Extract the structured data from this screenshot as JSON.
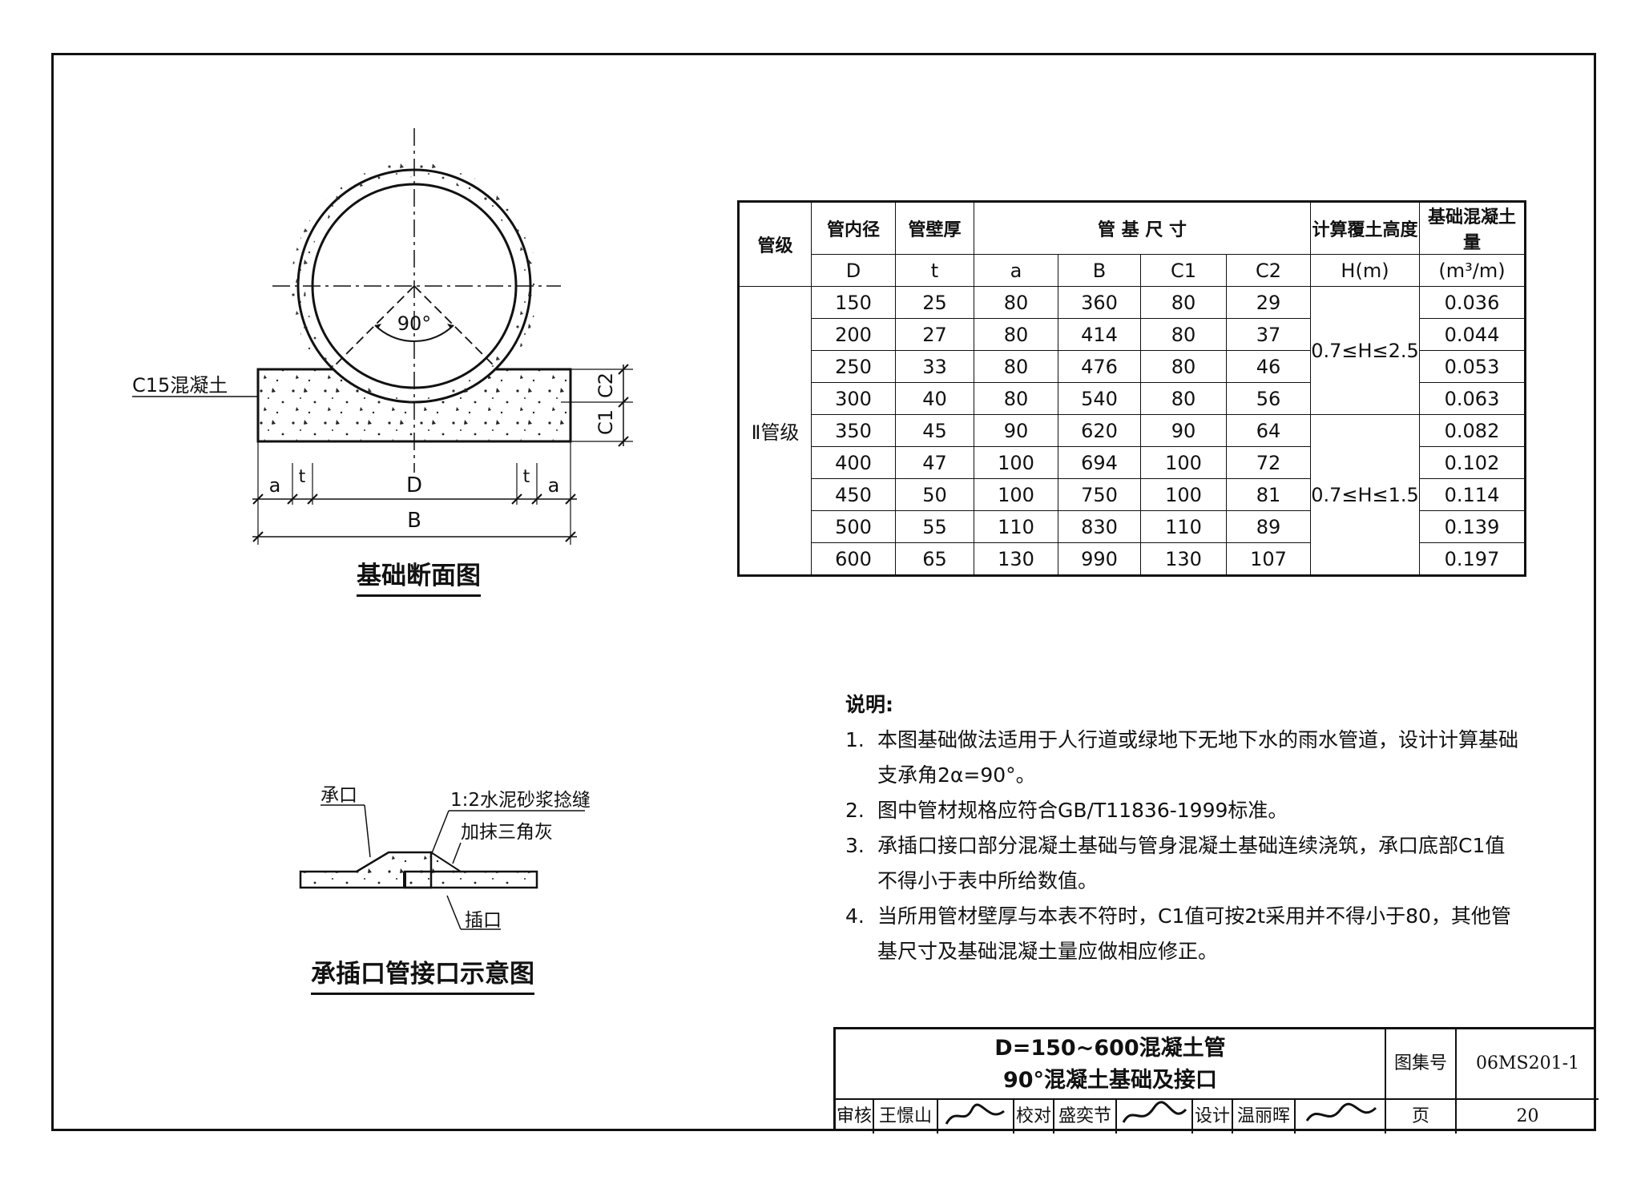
{
  "section_diagram": {
    "caption": "基础断面图",
    "material_label": "C15混凝土",
    "angle_label": "90°",
    "dim_C1": "C1",
    "dim_C2": "C2",
    "dim_a": "a",
    "dim_t": "t",
    "dim_D": "D",
    "dim_B": "B"
  },
  "joint_diagram": {
    "caption": "承插口管接口示意图",
    "label_socket": "承口",
    "label_mortar": "1:2水泥砂浆捻缝",
    "label_triangle": "加抹三角灰",
    "label_spigot": "插口"
  },
  "table": {
    "headers": {
      "grade": "管级",
      "inner_dia": "管内径",
      "inner_dia_sym": "D",
      "wall": "管壁厚",
      "wall_sym": "t",
      "base_dims": "管 基 尺 寸",
      "a": "a",
      "B": "B",
      "C1": "C1",
      "C2": "C2",
      "height": "计算覆土高度",
      "height_unit": "H(m)",
      "volume": "基础混凝土量",
      "volume_unit": "(m³/m)"
    },
    "grade_value": "Ⅱ管级",
    "height_ranges": [
      "0.7≤H≤2.5",
      "0.7≤H≤1.5"
    ],
    "rows": [
      {
        "D": "150",
        "t": "25",
        "a": "80",
        "B": "360",
        "C1": "80",
        "C2": "29",
        "vol": "0.036"
      },
      {
        "D": "200",
        "t": "27",
        "a": "80",
        "B": "414",
        "C1": "80",
        "C2": "37",
        "vol": "0.044"
      },
      {
        "D": "250",
        "t": "33",
        "a": "80",
        "B": "476",
        "C1": "80",
        "C2": "46",
        "vol": "0.053"
      },
      {
        "D": "300",
        "t": "40",
        "a": "80",
        "B": "540",
        "C1": "80",
        "C2": "56",
        "vol": "0.063"
      },
      {
        "D": "350",
        "t": "45",
        "a": "90",
        "B": "620",
        "C1": "90",
        "C2": "64",
        "vol": "0.082"
      },
      {
        "D": "400",
        "t": "47",
        "a": "100",
        "B": "694",
        "C1": "100",
        "C2": "72",
        "vol": "0.102"
      },
      {
        "D": "450",
        "t": "50",
        "a": "100",
        "B": "750",
        "C1": "100",
        "C2": "81",
        "vol": "0.114"
      },
      {
        "D": "500",
        "t": "55",
        "a": "110",
        "B": "830",
        "C1": "110",
        "C2": "89",
        "vol": "0.139"
      },
      {
        "D": "600",
        "t": "65",
        "a": "130",
        "B": "990",
        "C1": "130",
        "C2": "107",
        "vol": "0.197"
      }
    ]
  },
  "notes": {
    "title": "说明:",
    "items": [
      {
        "num": "1.",
        "text": "本图基础做法适用于人行道或绿地下无地下水的雨水管道，设计计算基础支承角2α=90°。"
      },
      {
        "num": "2.",
        "text": "图中管材规格应符合GB/T11836-1999标准。"
      },
      {
        "num": "3.",
        "text": "承插口接口部分混凝土基础与管身混凝土基础连续浇筑，承口底部C1值不得小于表中所给数值。"
      },
      {
        "num": "4.",
        "text": "当所用管材壁厚与本表不符时，C1值可按2t采用并不得小于80，其他管基尺寸及基础混凝土量应做相应修正。"
      }
    ]
  },
  "title_block": {
    "title_line1": "D=150~600混凝土管",
    "title_line2": "90°混凝土基础及接口",
    "atlas_label": "图集号",
    "atlas_no": "06MS201-1",
    "review_label": "审核",
    "reviewer": "王憬山",
    "check_label": "校对",
    "checker": "盛奕节",
    "design_label": "设计",
    "designer": "温丽晖",
    "page_label": "页",
    "page_no": "20"
  }
}
